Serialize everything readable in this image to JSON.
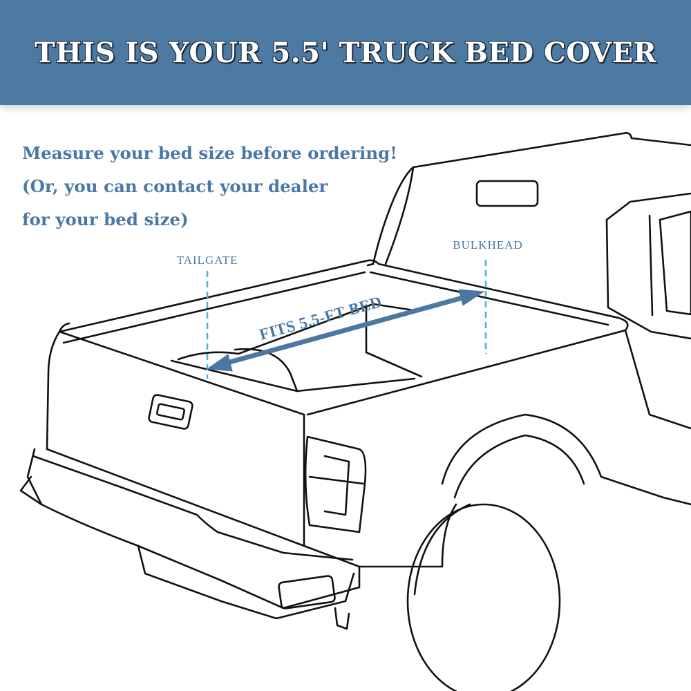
{
  "banner": {
    "title": "THIS IS YOUR 5.5' TRUCK BED COVER",
    "background_color": "#4c7aa3"
  },
  "instructions": {
    "line1": "Measure your bed size before ordering!",
    "line2": "(Or, you can contact your dealer",
    "line3": "for your bed size)",
    "text_color": "#4a78a6"
  },
  "diagram": {
    "tailgate_label": "TAILGATE",
    "bulkhead_label": "BULKHEAD",
    "measurement_label": "FITS 5.5-FT BED",
    "marker_color": "#4fb3d9",
    "arrow_color": "#4b77a3"
  }
}
